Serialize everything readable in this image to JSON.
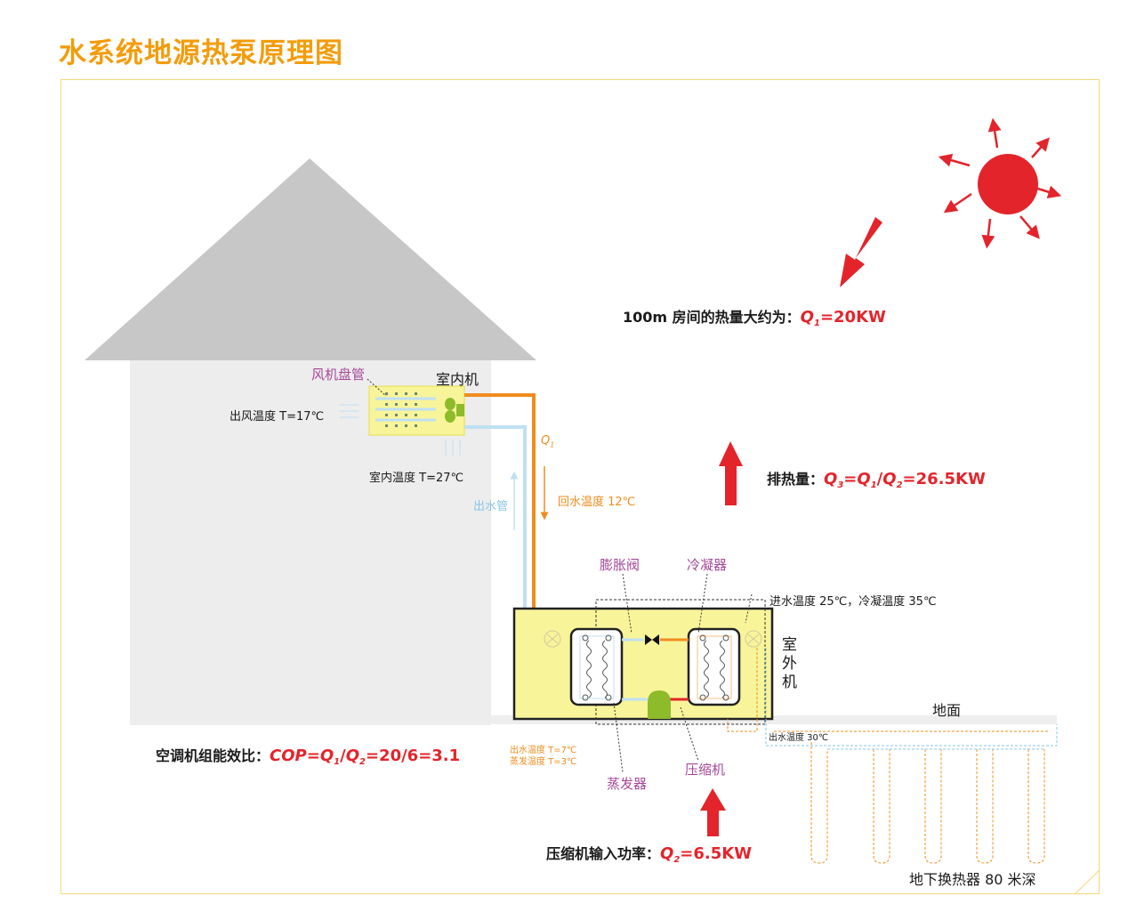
{
  "title": "水系统地源热泵原理图",
  "colors": {
    "title": "#f39c0c",
    "house": "#c7c7c7",
    "wall": "#ededed",
    "unit_fill": "#f8f49a",
    "hot_pipe": "#f08c1e",
    "cold_pipe": "#bfe0f2",
    "arrow_red": "#e3242b",
    "label_purple": "#a7489a",
    "compressor": "#8dbb2a"
  },
  "labels": {
    "fan_coil": "风机盘管",
    "indoor_unit": "室内机",
    "outlet_air_temp": "出风温度 T=17℃",
    "indoor_temp": "室内温度 T=27℃",
    "q1_symbol": "Q",
    "q1_sub": "1",
    "outlet_pipe": "出水管",
    "return_temp": "回水温度 12℃",
    "expansion_valve": "膨胀阀",
    "condenser": "冷凝器",
    "inlet_condense_temp": "进水温度 25℃，冷凝温度 35℃",
    "outdoor_unit_chars": [
      "室",
      "外",
      "机"
    ],
    "ground": "地面",
    "ground_outlet_temp": "出水温度 30℃",
    "evap_outlet_temp": "出水温度 T=7℃",
    "evap_temp": "蒸发温度 T=3℃",
    "evaporator": "蒸发器",
    "compressor": "压缩机",
    "underground_exchanger": "地下换热器 80 米深"
  },
  "formulas": {
    "room_heat": {
      "prefix": "100m 房间的热量大约为：",
      "symbol": "Q",
      "sub": "1",
      "value": "=20KW"
    },
    "heat_rejection": {
      "prefix": "排热量：",
      "expr": [
        {
          "s": "Q",
          "sub": "3"
        },
        {
          "t": "="
        },
        {
          "s": "Q",
          "sub": "1"
        },
        {
          "t": "/"
        },
        {
          "s": "Q",
          "sub": "2"
        },
        {
          "t": "=26.5KW"
        }
      ]
    },
    "cop": {
      "prefix": "空调机组能效比：",
      "expr": [
        {
          "s": "COP",
          "sub": ""
        },
        {
          "t": "="
        },
        {
          "s": "Q",
          "sub": "1"
        },
        {
          "t": "/"
        },
        {
          "s": "Q",
          "sub": "2"
        },
        {
          "t": "=20/6=3.1"
        }
      ]
    },
    "compressor_power": {
      "prefix": "压缩机输入功率：",
      "symbol": "Q",
      "sub": "2",
      "value": "=6.5KW"
    }
  }
}
